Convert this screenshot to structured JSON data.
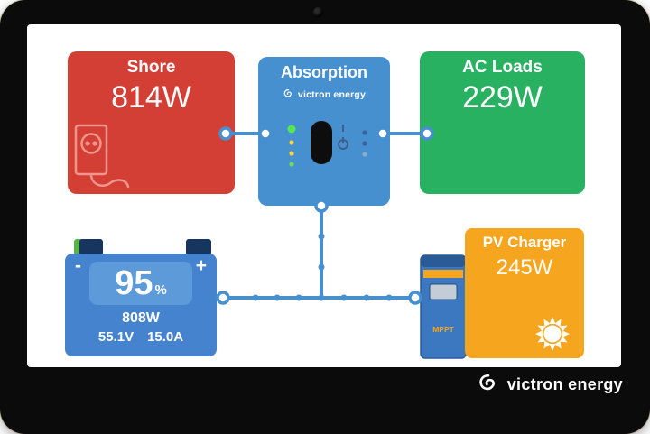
{
  "bezel": {
    "brand": "victron energy"
  },
  "screen": {
    "shore": {
      "title": "Shore",
      "value": "814W"
    },
    "absorption": {
      "title": "Absorption",
      "brand": "victron energy"
    },
    "ac_loads": {
      "title": "AC Loads",
      "value": "229W"
    },
    "battery": {
      "minus": "-",
      "plus": "+",
      "soc": "95",
      "soc_unit": "%",
      "power": "808W",
      "voltage": "55.1V",
      "current": "15.0A"
    },
    "pv_charger": {
      "title": "PV Charger",
      "value": "245W",
      "mppt_label": "MPPT"
    }
  },
  "colors": {
    "shore_red": "#d43f35",
    "ac_loads_green": "#28b160",
    "victron_blue": "#4790d0",
    "battery_blue": "#4583cf",
    "soc_box_blue": "#5c9ad9",
    "pv_orange": "#f6a51f",
    "connection_blue": "#4790d0",
    "terminal_navy": "#16365f",
    "terminal_green": "#57b34a"
  }
}
